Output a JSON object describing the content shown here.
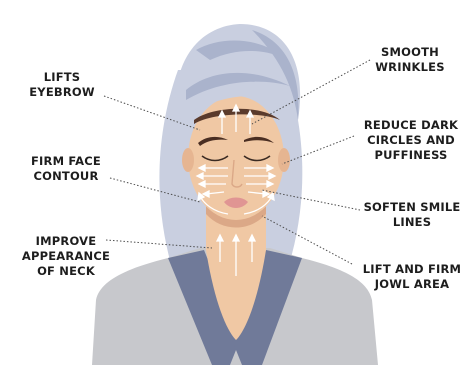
{
  "labels": {
    "lifts_eyebrow": [
      "LIFTS",
      "EYEBROW"
    ],
    "firm_face_contour": [
      "FIRM FACE",
      "CONTOUR"
    ],
    "improve_neck": [
      "IMPROVE",
      "APPEARANCE",
      "OF NECK"
    ],
    "smooth_wrinkles": [
      "SMOOTH",
      "WRINKLES"
    ],
    "reduce_dark_circles": [
      "REDUCE DARK",
      "CIRCLES AND",
      "PUFFINESS"
    ],
    "soften_smile_lines": [
      "SOFTEN SMILE",
      "LINES"
    ],
    "lift_jowl": [
      "LIFT AND FIRM",
      "JOWL AREA"
    ]
  },
  "colors": {
    "towel": "#c9cfe0",
    "towel_shade": "#aab3cc",
    "skin": "#f0c8a4",
    "skin_shade": "#dba887",
    "robe": "#c7c8cc",
    "robe_trim": "#707a99",
    "eyebrow": "#4a2e22",
    "lips": "#e09593",
    "arrows": "#ffffff",
    "text": "#1d1d1d",
    "leader": "#4d4d4d"
  }
}
